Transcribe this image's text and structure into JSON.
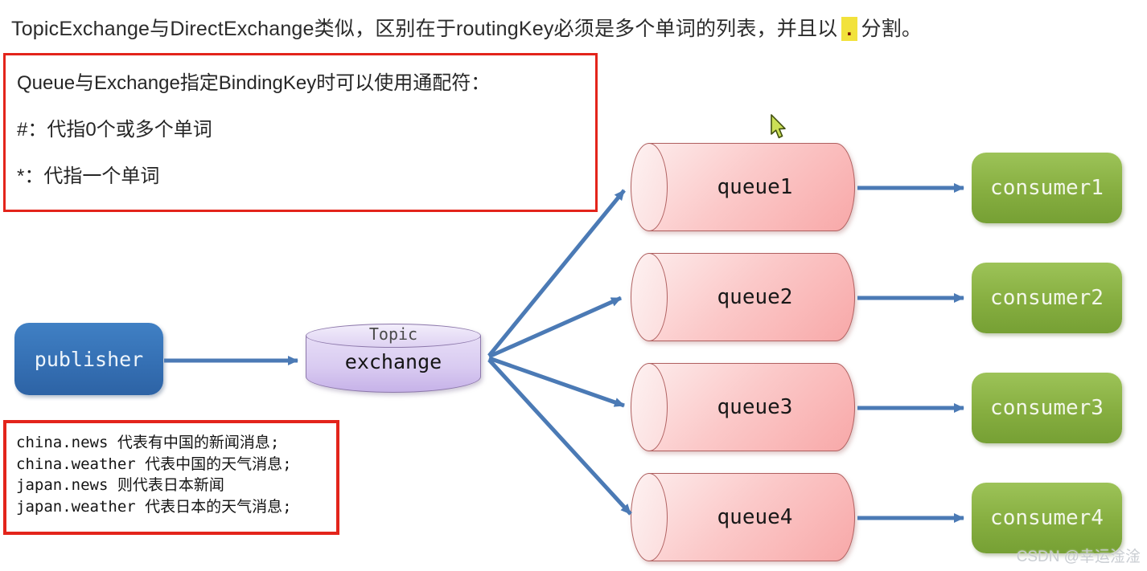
{
  "title": {
    "prefix": "TopicExchange与DirectExchange类似，区别在于routingKey必须是多个单词的列表，并且以",
    "highlight": ".",
    "suffix": "分割。"
  },
  "wildcard_note": {
    "lines": [
      "Queue与Exchange指定BindingKey时可以使用通配符：",
      "#：代指0个或多个单词",
      "*：代指一个单词"
    ]
  },
  "routing_examples": {
    "lines": [
      "china.news 代表有中国的新闻消息;",
      "china.weather 代表中国的天气消息;",
      "japan.news 则代表日本新闻",
      "japan.weather 代表日本的天气消息;"
    ]
  },
  "diagram": {
    "publisher": {
      "label": "publisher"
    },
    "exchange": {
      "type_label": "Topic",
      "label": "exchange"
    },
    "queues": [
      {
        "label": "queue1"
      },
      {
        "label": "queue2"
      },
      {
        "label": "queue3"
      },
      {
        "label": "queue4"
      }
    ],
    "consumers": [
      {
        "label": "consumer1"
      },
      {
        "label": "consumer2"
      },
      {
        "label": "consumer3"
      },
      {
        "label": "consumer4"
      }
    ]
  },
  "watermark": "CSDN @幸运淦淦",
  "colors": {
    "arrow": "#4b7ab5",
    "note_border": "#e3241b",
    "highlight_bg": "#f2e23c",
    "highlight_text": "#7a1500",
    "publisher_blue": "#3570b4",
    "exchange_purple": "#d9cbf1",
    "queue_pink": "#fbc9c9",
    "consumer_green": "#86ae40",
    "cursor_green": "#cbdf56"
  }
}
